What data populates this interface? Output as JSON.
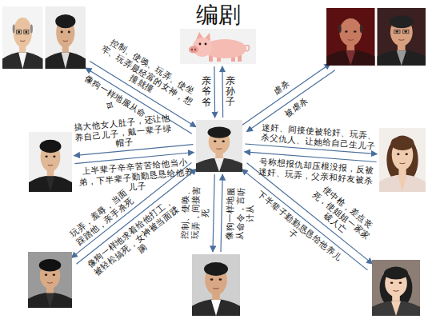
{
  "diagram": {
    "nodes": [
      {
        "text": []
      },
      {
        "text": [
          "编剧"
        ]
      },
      {
        "text": []
      },
      {
        "text": []
      },
      {
        "text": []
      },
      {
        "text": []
      },
      {
        "text": []
      },
      {
        "text": []
      },
      {
        "text": []
      }
    ],
    "edges": [
      {
        "from": 0,
        "to": 4,
        "label": "控制、使唤、玩弄、使坐牢、玩弄最经富的女神，想撞就撞",
        "arrow": "to"
      },
      {
        "from": 4,
        "to": 0,
        "label": "像狗一样地服从命令",
        "arrow": "to"
      },
      {
        "from": 1,
        "to": 4,
        "label": "亲爷爷",
        "arrow": "to"
      },
      {
        "from": 4,
        "to": 1,
        "label": "亲孙子",
        "arrow": "to"
      },
      {
        "from": 4,
        "to": 2,
        "label": "虐杀",
        "arrow": "to"
      },
      {
        "from": 2,
        "to": 4,
        "label": "被虐杀",
        "arrow": "to"
      },
      {
        "from": 4,
        "to": 3,
        "label": "搞大他女人肚子，还让他养自己儿子，戴一辈子绿帽子",
        "arrow": "to"
      },
      {
        "from": 3,
        "to": 4,
        "label": "上半辈子辛辛苦苦给他当小弟，下半辈子勤勤恳恳给他养儿子",
        "arrow": "to"
      },
      {
        "from": 4,
        "to": 5,
        "label": "迷奸、间接使被轮奸、玩弄、杀父仇人、让她给自己生儿子",
        "arrow": "to"
      },
      {
        "from": 5,
        "to": 4,
        "label": "号称想报仇却压根没报，反被迷奸、玩弄，父亲和好友被杀",
        "arrow": "to"
      },
      {
        "from": 4,
        "to": 6,
        "label": "玩弄，羞辱，当面踩踏他，亲手杀死",
        "arrow": "to"
      },
      {
        "from": 6,
        "to": 4,
        "label": "像狗一样地求着给他打工，被轻松搞死，女神被当面蹂躏",
        "arrow": "to"
      },
      {
        "from": 4,
        "to": 7,
        "label": "控制、使唤、玩弄，间接害死",
        "arrow": "to"
      },
      {
        "from": 7,
        "to": 4,
        "label": "像狗一样地服从命令，言听计从",
        "arrow": "to"
      },
      {
        "from": 4,
        "to": 8,
        "label": "使中枪，差点丧死，使姐姐一家家破人亡",
        "arrow": "to"
      },
      {
        "from": 8,
        "to": 4,
        "label": "下半辈子勤勤恳恳给他养儿子",
        "arrow": "to"
      }
    ]
  }
}
